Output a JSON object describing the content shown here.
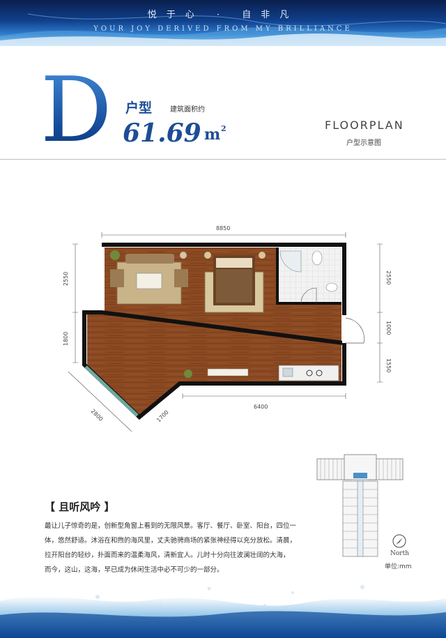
{
  "header": {
    "slogan_cn": "悦于心 · 自非凡",
    "slogan_en": "YOUR JOY DERIVED FROM MY BRILLIANCE"
  },
  "unit_type": {
    "letter": "D",
    "type_label": "户型",
    "area_label": "建筑面积约",
    "area_value": "61.69",
    "area_unit": "m",
    "area_unit_sup": "2"
  },
  "floorplan": {
    "title": "FLOORPLAN",
    "subtitle": "户型示意图",
    "dimensions": {
      "top": "8850",
      "left_upper": "2550",
      "left_lower": "1800",
      "right_upper": "2550",
      "right_middle": "1000",
      "right_lower": "1550",
      "bottom": "6400",
      "diagonal": "2800",
      "corner": "1700"
    }
  },
  "poem": {
    "title": "【 且听风吟 】",
    "lines": [
      "最让儿子惊奇的是，创新型角窗上看到的无限风景。客厅、餐厅、卧室、阳台，四位一",
      "体，悠然舒适。沐浴在和煦的海风里，丈夫驰骋商场的紧张神经得以充分放松。清晨，",
      "拉开阳台的轻纱，扑面而来的温柔海风，清新宜人。儿时十分向往波澜壮阔的大海，",
      "而今，这山，这海，早已成为休闲生活中必不可少的一部分。"
    ]
  },
  "compass": {
    "label": "North"
  },
  "unit_note": "单位:mm",
  "colors": {
    "brand_blue": "#1d4d96",
    "floor_wood": "#8a4b24",
    "wall": "#111111"
  }
}
